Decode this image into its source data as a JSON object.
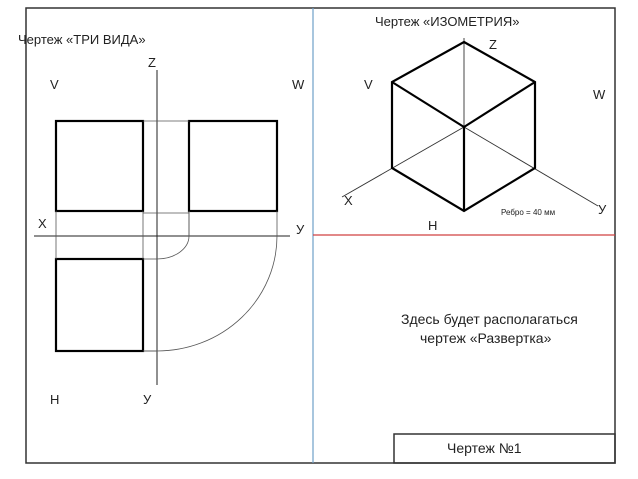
{
  "left_panel": {
    "title": "Чертеж  «ТРИ ВИДА»",
    "axis_z": "Z",
    "axis_x": "X",
    "axis_y_right": "У",
    "axis_y_bottom": "У",
    "label_v": "V",
    "label_w": "W",
    "label_h": "H"
  },
  "isometric_panel": {
    "title": "Чертеж «ИЗОМЕТРИЯ»",
    "axis_z": "Z",
    "axis_x": "X",
    "axis_y": "У",
    "label_v": "V",
    "label_w": "W",
    "label_h": "H",
    "edge_note": "Ребро = 40 мм"
  },
  "development_panel": {
    "line1": "Здесь будет располагаться",
    "line2": "чертеж «Развертка»"
  },
  "title_block": {
    "label": "Чертеж  №1"
  },
  "colors": {
    "frame": "#333333",
    "divider_blue": "#6fa0c8",
    "divider_red": "#d04040",
    "drawing": "#000000",
    "axis": "#222222"
  }
}
